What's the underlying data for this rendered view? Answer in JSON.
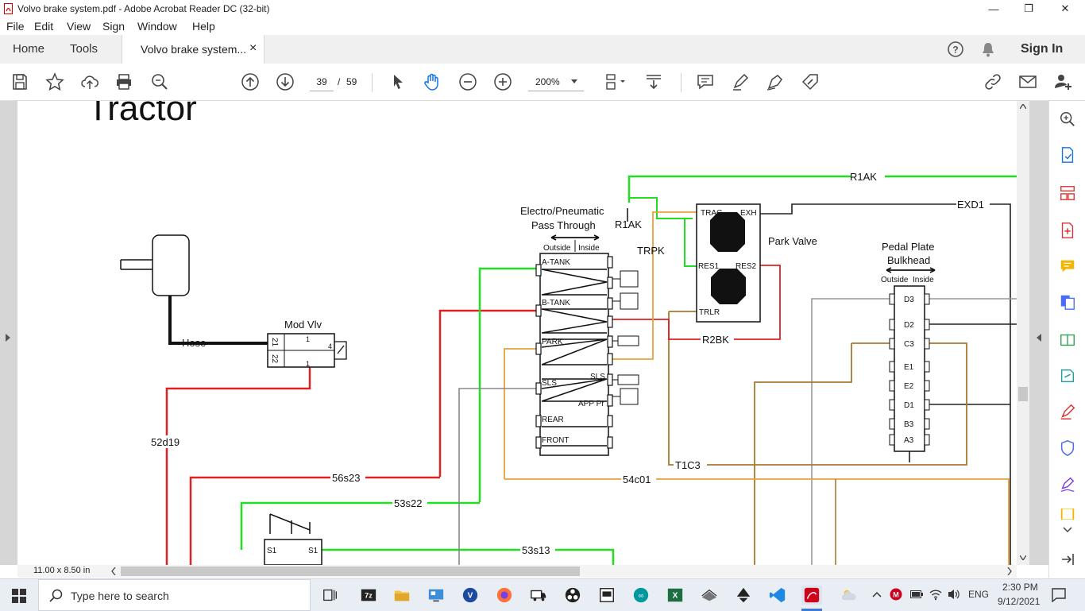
{
  "window": {
    "title": "Volvo brake system.pdf - Adobe Acrobat Reader DC (32-bit)",
    "minimize": "—",
    "maximize": "❐",
    "close": "✕"
  },
  "menu": [
    "File",
    "Edit",
    "View",
    "Sign",
    "Window",
    "Help"
  ],
  "tabs": {
    "home": "Home",
    "tools": "Tools",
    "document": "Volvo brake system...",
    "close": "×",
    "sign_in": "Sign In"
  },
  "toolbar": {
    "page_current": "39",
    "page_separator": "/",
    "page_total": "59",
    "zoom": "200%"
  },
  "diagram": {
    "heading": "Tractor",
    "labels": {
      "hose": "Hose",
      "mod_vlv": "Mod Vlv",
      "w52d19": "52d19",
      "w56s23": "56s23",
      "w53s22": "53s22",
      "w53s13": "53s13",
      "w54c01": "54c01",
      "t1c3": "T1C3",
      "r2bk": "R2BK",
      "r1ak_top": "R1AK",
      "r1ak": "R1AK",
      "trpk": "TRPK",
      "exd1": "EXD1",
      "electro1": "Electro/Pneumatic",
      "electro2": "Pass Through",
      "park_valve": "Park Valve",
      "pedal1": "Pedal Plate",
      "pedal2": "Bulkhead",
      "outside": "Outside",
      "inside": "Inside",
      "outside2": "Outside",
      "inside2": "Inside",
      "trac": "TRAC",
      "exh": "EXH",
      "res1": "RES1",
      "res2": "RES2",
      "trlr": "TRLR",
      "atank": "A-TANK",
      "btank": "B-TANK",
      "park": "PARK",
      "sls": "SLS",
      "sls2": "SLS",
      "app_pr": "APP Pr",
      "rear": "REAR",
      "front": "FRONT",
      "pins": [
        "D3",
        "D2",
        "C3",
        "E1",
        "E2",
        "D1",
        "B3",
        "A3"
      ],
      "s1a": "S1",
      "s1b": "S1",
      "mv21": "21",
      "mv22": "22",
      "mv1a": "1",
      "mv1b": "1",
      "mv4": "4"
    }
  },
  "status": {
    "page_size": "11.00 x 8.50 in"
  },
  "taskbar": {
    "search_placeholder": "Type here to search",
    "language": "ENG",
    "time": "2:30 PM",
    "date": "9/12/2021"
  }
}
